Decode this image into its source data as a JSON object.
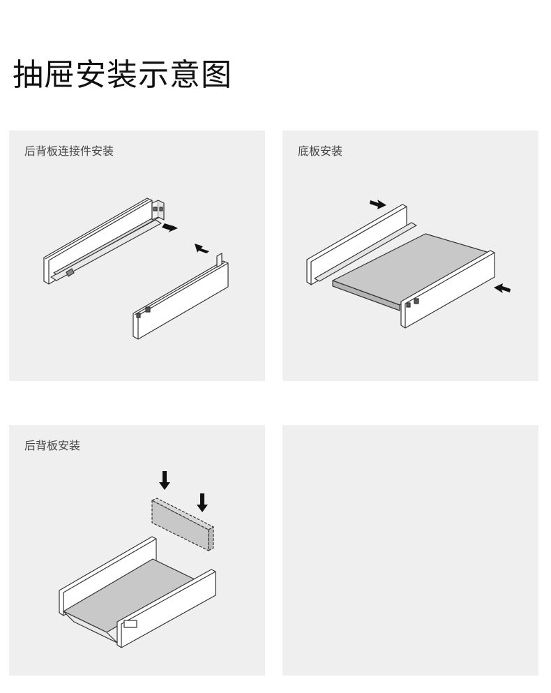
{
  "title": "抽屉安装示意图",
  "panels": [
    {
      "label": "后背板连接件安装"
    },
    {
      "label": "底板安装"
    },
    {
      "label": "后背板安装"
    },
    {
      "label": ""
    }
  ],
  "colors": {
    "background": "#ffffff",
    "panel_background": "#efefef",
    "stroke": "#333333",
    "board_fill": "#c8c8c8",
    "arrow": "#111111"
  }
}
